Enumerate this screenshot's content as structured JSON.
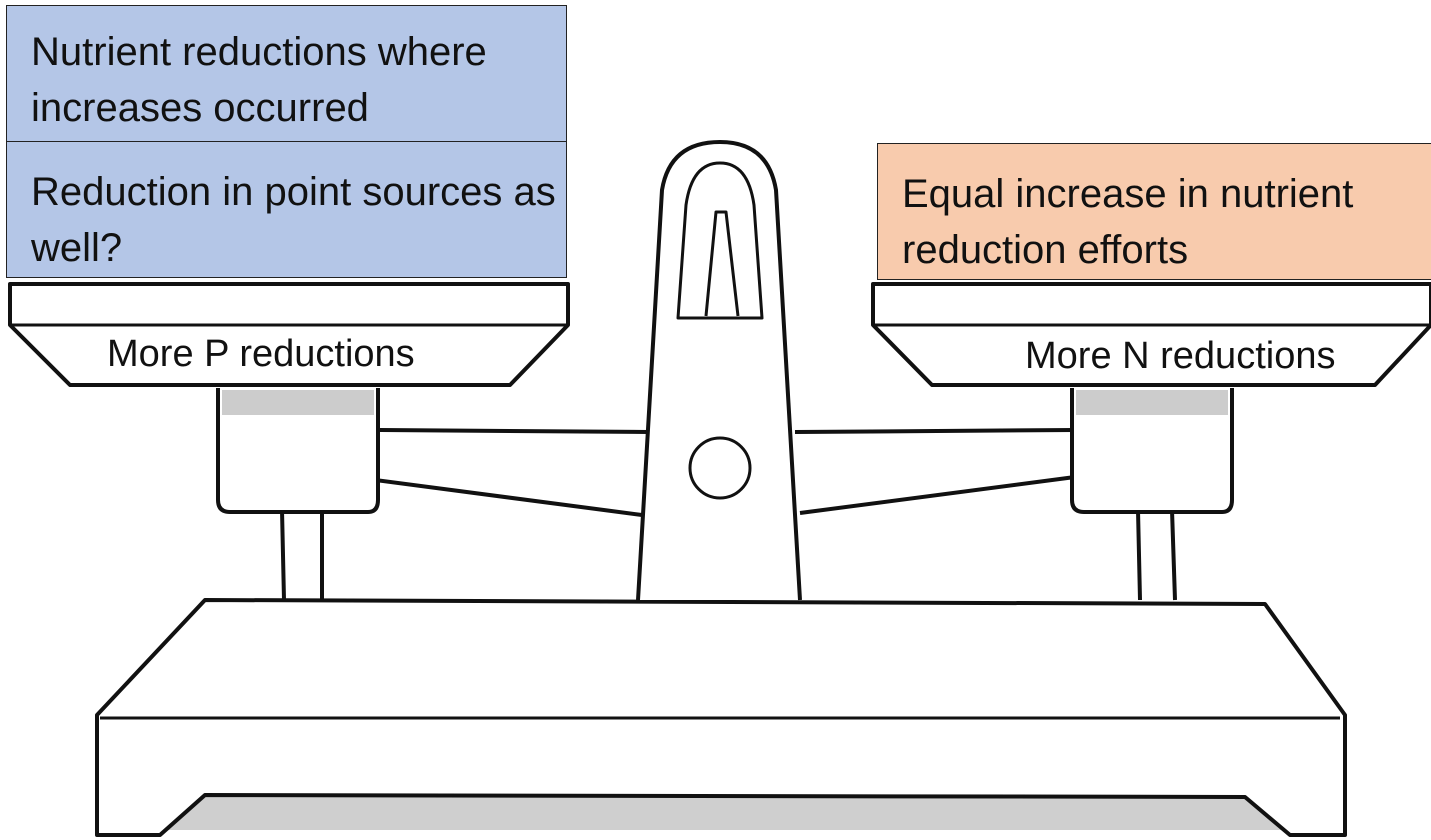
{
  "boxes": {
    "left_top": "Nutrient reductions where increases occurred",
    "left_bottom": "Reduction in point sources as well?",
    "right": "Equal increase in nutrient reduction efforts"
  },
  "pans": {
    "left_label": "More P reductions",
    "right_label": "More N reductions"
  },
  "colors": {
    "blue_box": "#b4c6e7",
    "orange_box": "#f8cbad",
    "outline": "#111111",
    "shade": "#cccccc"
  }
}
